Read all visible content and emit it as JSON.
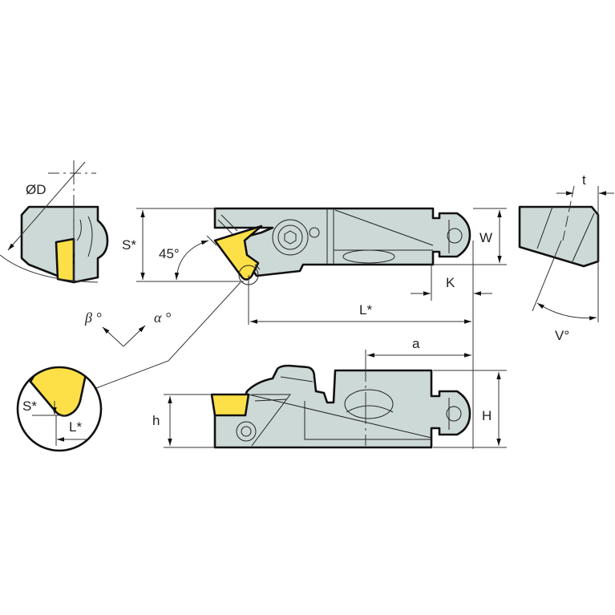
{
  "diagram": {
    "title": "Grooving / parting tool holder with insert — dimension drawing",
    "colors": {
      "body": "#cdd9d7",
      "insert": "#fde047",
      "outline": "#111111",
      "dimension_line": "#333333"
    },
    "labels": {
      "diameter": "ØD",
      "s_star": "S*",
      "angle_45": "45°",
      "w": "W",
      "k": "K",
      "l_star": "L*",
      "t": "t",
      "v_angle": "V°",
      "beta": "β °",
      "alpha": "α °",
      "a": "a",
      "h_small": "h",
      "h_large": "H",
      "detail_s_star": "S*",
      "detail_l_star": "L*"
    },
    "views": [
      {
        "name": "end-view",
        "description": "End view with insert and ØD swing arc"
      },
      {
        "name": "top-view",
        "description": "Top view with clamp screw and 45° insert"
      },
      {
        "name": "side-view-right",
        "description": "Right view with t offset and V° angle"
      },
      {
        "name": "front-view",
        "description": "Front view with shank heights h and H"
      },
      {
        "name": "detail-circle",
        "description": "Magnified insert tip with S* and L*"
      }
    ]
  }
}
